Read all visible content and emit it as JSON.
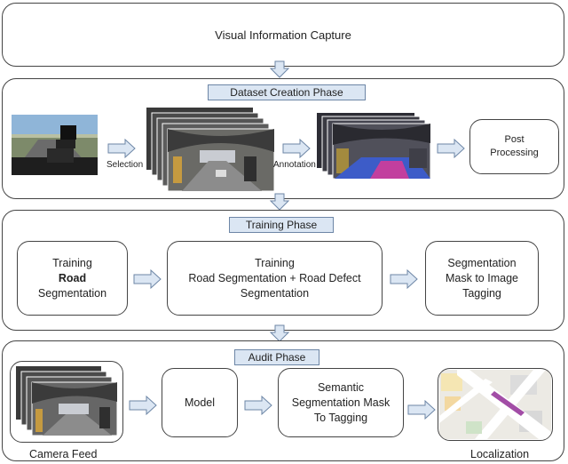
{
  "capture": {
    "title": "Visual Information Capture"
  },
  "dataset_phase": {
    "label": "Dataset Creation Phase",
    "selection_label": "Selection",
    "annotation_label": "Annotation",
    "post_processing": [
      "Post",
      "Processing"
    ]
  },
  "training_phase": {
    "label": "Training Phase",
    "box1": {
      "line1": "Training",
      "line2": "Road",
      "line3": "Segmentation"
    },
    "box2": {
      "line1": "Training",
      "line2": "Road Segmentation + Road Defect",
      "line3": "Segmentation"
    },
    "box3": {
      "line1": "Segmentation",
      "line2": "Mask to Image",
      "line3": "Tagging"
    }
  },
  "audit_phase": {
    "label": "Audit Phase",
    "camera_feed": "Camera Feed",
    "model": "Model",
    "semantic": {
      "line1": "Semantic",
      "line2": "Segmentation Mask",
      "line3": "To Tagging"
    },
    "localization": "Localization"
  },
  "colors": {
    "arrow_fill": "#dbe6f3",
    "arrow_stroke": "#6d86a6",
    "tab_fill": "#dbe6f3"
  }
}
